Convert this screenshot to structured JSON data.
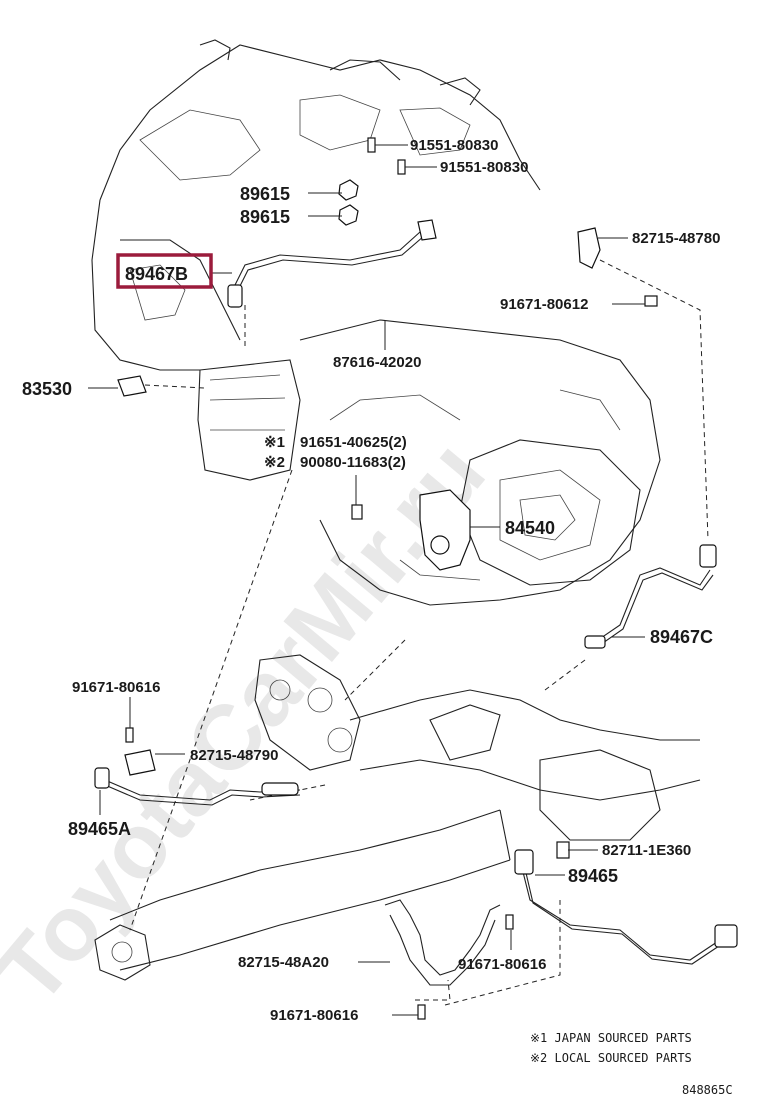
{
  "watermark": "ToyotaCarMir.ru",
  "highlight_color": "#9b1b3c",
  "parts": {
    "p91551a": "91551-80830",
    "p91551b": "91551-80830",
    "p89615a": "89615",
    "p89615b": "89615",
    "p89467B": "89467B",
    "p82715_48780": "82715-48780",
    "p91671_80612": "91671-80612",
    "p87616": "87616-42020",
    "p83530": "83530",
    "p91651": "91651-40625(2)",
    "p90080": "90080-11683(2)",
    "mark1": "※1",
    "mark2": "※2",
    "p84540": "84540",
    "p89467C": "89467C",
    "p91671_80616a": "91671-80616",
    "p82715_48790": "82715-48790",
    "p89465A": "89465A",
    "p82711": "82711-1E360",
    "p89465": "89465",
    "p82715_48A20": "82715-48A20",
    "p91671_80616b": "91671-80616",
    "p91671_80616c": "91671-80616"
  },
  "notes": {
    "n1": "※1 JAPAN SOURCED PARTS",
    "n2": "※2 LOCAL SOURCED PARTS"
  },
  "figure_code": "848865C"
}
